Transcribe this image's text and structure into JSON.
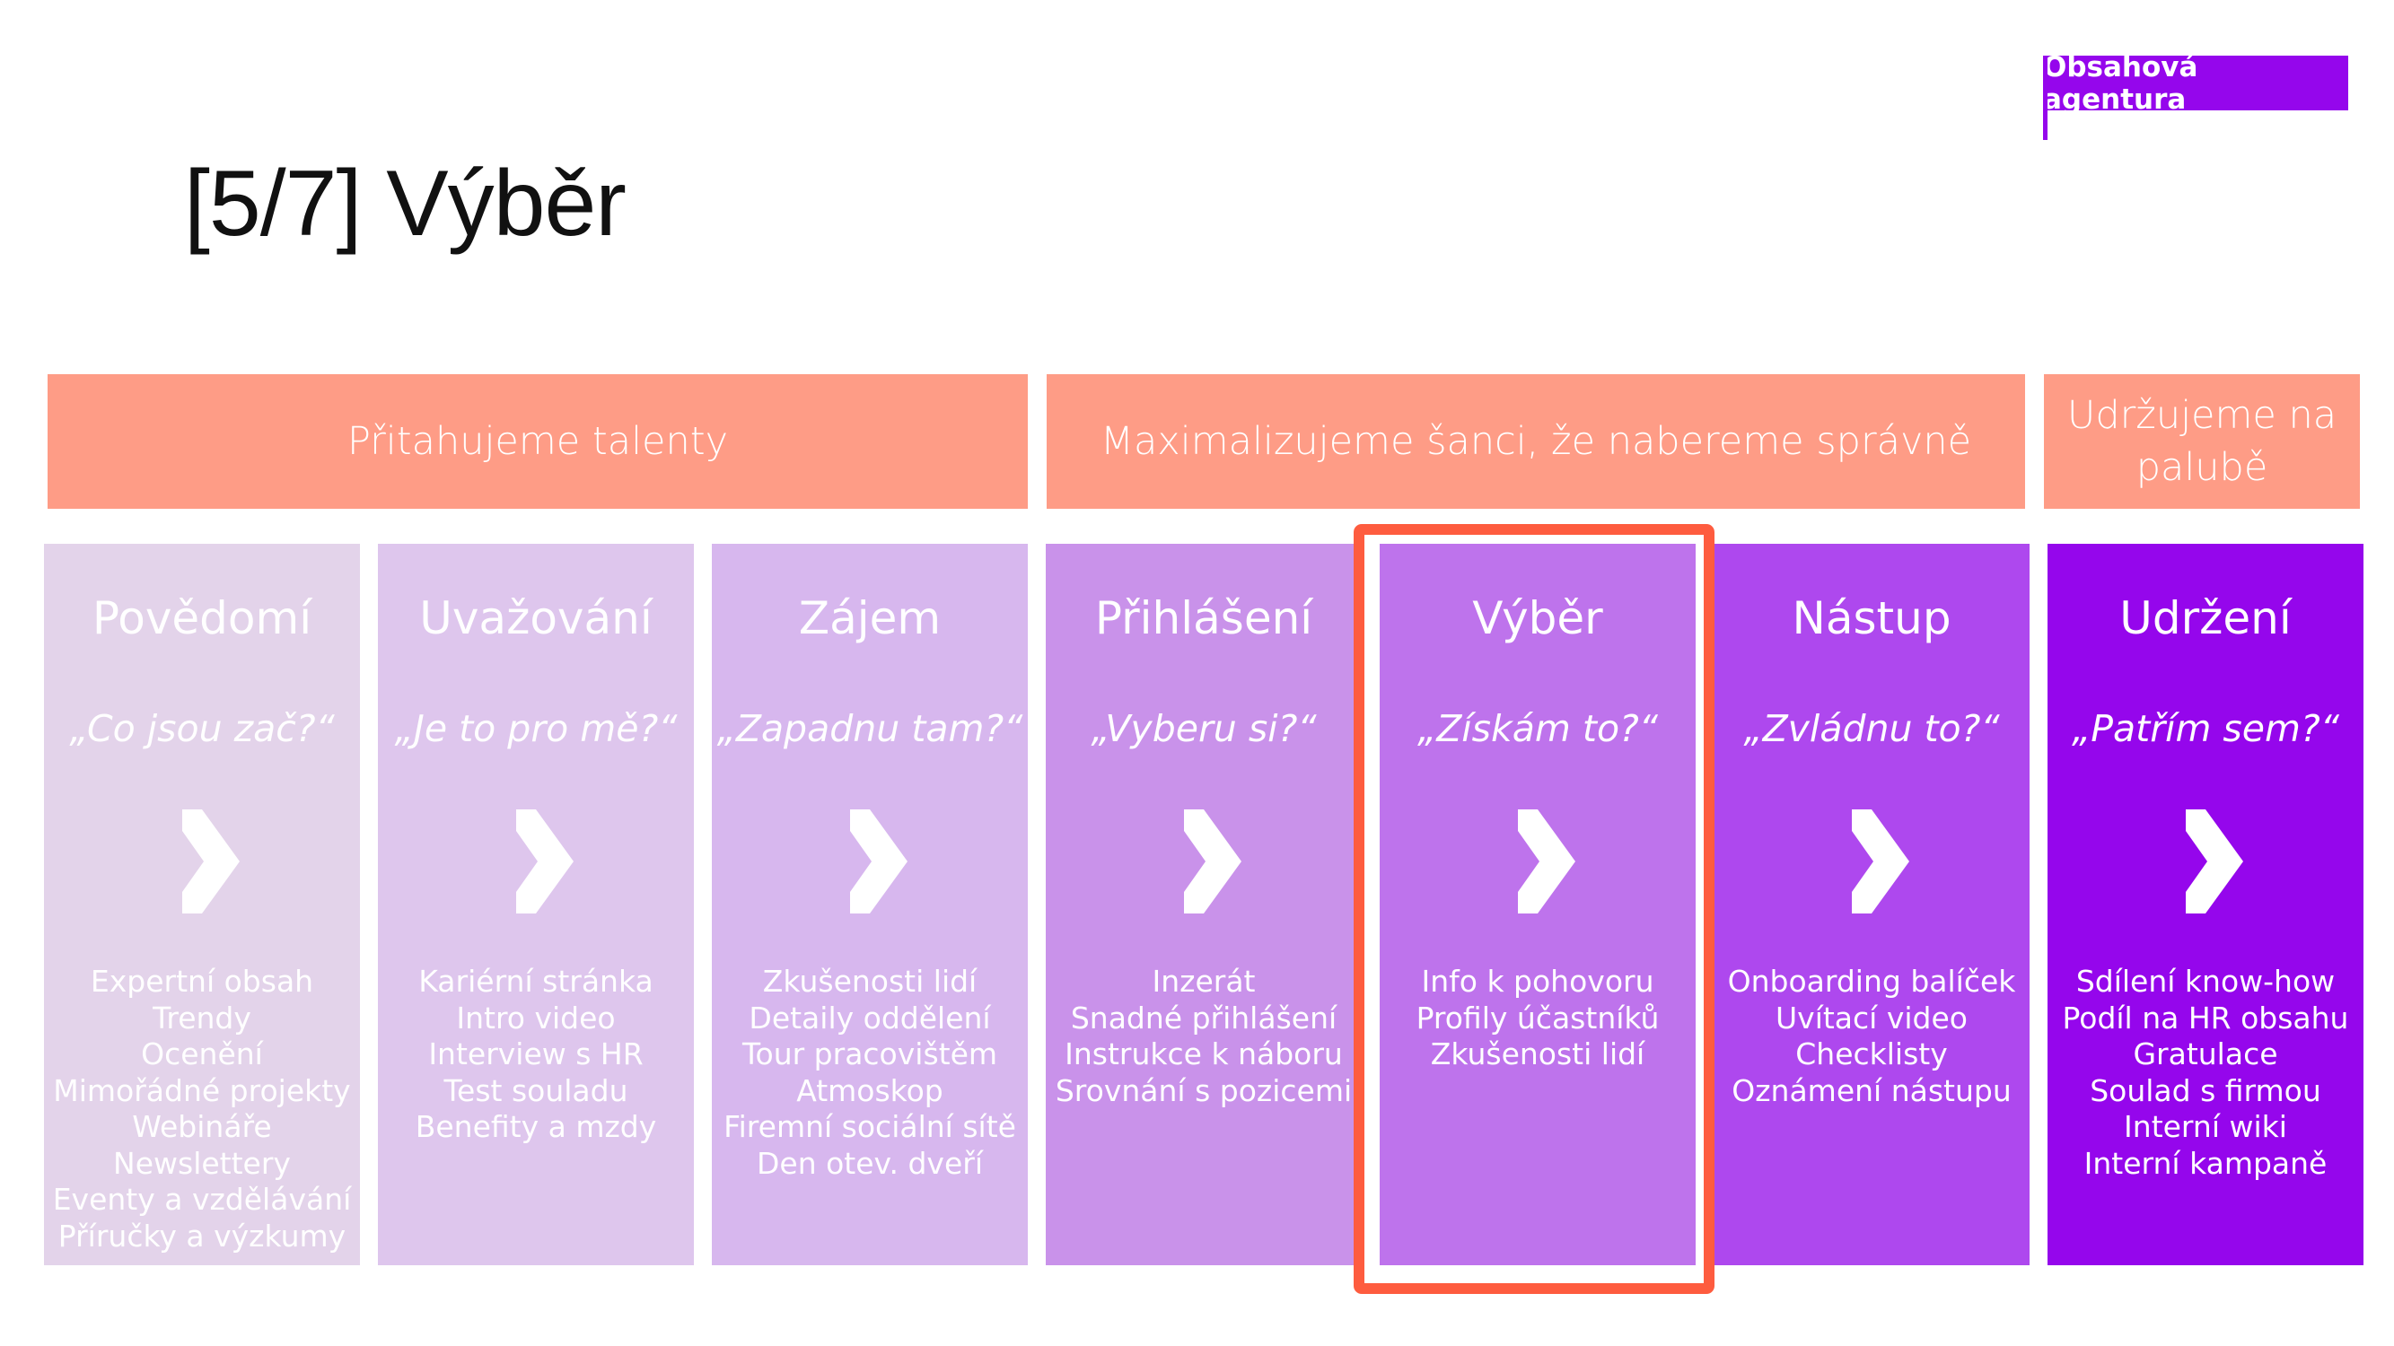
{
  "brand": {
    "label": "Obsahová agentura",
    "color": "#9506ec"
  },
  "title": "[5/7] Výběr",
  "groups": [
    {
      "label": "Přitahujeme talenty"
    },
    {
      "label": "Maximalizujeme šanci, že nabereme správně"
    },
    {
      "label": "Udržujeme na palubě"
    }
  ],
  "stages": [
    {
      "name": "Povědomí",
      "question": "„Co jsou zač?“",
      "color": "#e3d3ea",
      "items": [
        "Expertní obsah",
        "Trendy",
        "Ocenění",
        "Mimořádné projekty",
        "Webináře",
        "Newslettery",
        "Eventy a vzdělávání",
        "Příručky a výzkumy"
      ]
    },
    {
      "name": "Uvažování",
      "question": "„Je to pro mě?“",
      "color": "#dec6ed",
      "items": [
        "Kariérní stránka",
        "Intro video",
        "Interview s HR",
        "Test souladu",
        "Benefity a mzdy"
      ]
    },
    {
      "name": "Zájem",
      "question": "„Zapadnu tam?“",
      "color": "#d7b7ee",
      "items": [
        "Zkušenosti lidí",
        "Detaily oddělení",
        "Tour pracovištěm",
        "Atmoskop",
        "Firemní sociální sítě",
        "Den otev. dveří"
      ]
    },
    {
      "name": "Přihlášení",
      "question": "„Vyberu si?“",
      "color": "#c992ea",
      "items": [
        "Inzerát",
        "Snadné přihlášení",
        "Instrukce k náboru",
        "Srovnání s pozicemi"
      ]
    },
    {
      "name": "Výběr",
      "question": "„Získám to?“",
      "color": "#be73ec",
      "items": [
        "Info k pohovoru",
        "Profily účastníků",
        "Zkušenosti lidí"
      ]
    },
    {
      "name": "Nástup",
      "question": "„Zvládnu to?“",
      "color": "#ae48ee",
      "items": [
        "Onboarding balíček",
        "Uvítací video",
        "Checklisty",
        "Oznámení nástupu"
      ]
    },
    {
      "name": "Udržení",
      "question": "„Patřím sem?“",
      "color": "#9506ec",
      "items": [
        "Sdílení know-how",
        "Podíl na HR obsahu",
        "Gratulace",
        "Soulad s firmou",
        "Interní wiki",
        "Interní kampaně"
      ]
    }
  ],
  "group_color": "#fe9c86",
  "highlight_color": "#fe5c3f",
  "arrow_icon": "chevron-right-icon"
}
